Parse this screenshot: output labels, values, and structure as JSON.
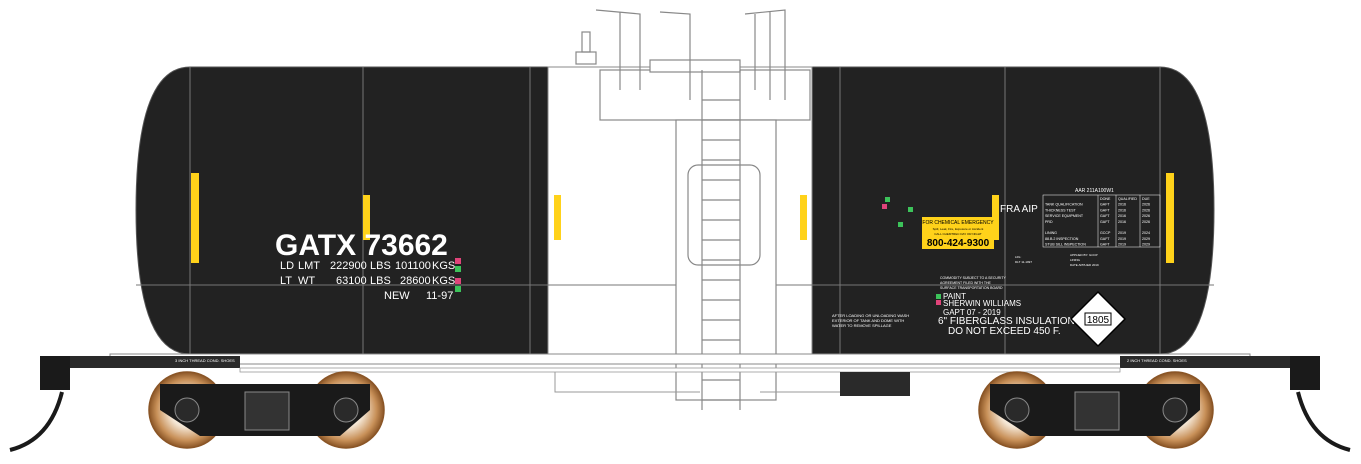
{
  "reporting_mark": "GATX 73662",
  "capacity": {
    "ld_row": [
      "LD",
      "LMT",
      "222900",
      "LBS",
      "101100",
      "KGS"
    ],
    "lt_row": [
      "LT",
      "WT",
      "63100",
      "LBS",
      "28600",
      "KGS"
    ],
    "new_row": [
      "NEW",
      "11-97"
    ]
  },
  "emergency": {
    "title": "FOR CHEMICAL EMERGENCY",
    "sub1": "Spill, Leak, Fire, Exposure or Accident",
    "sub2": "CALL CHEMTREC DAY OR NIGHT",
    "phone": "800-424-9300"
  },
  "fra": "FRA AIP",
  "aar_spec": "AAR 211A100W1",
  "qual_table": {
    "header": [
      "",
      "DONE",
      "QUALIFIED",
      "DUE"
    ],
    "rows": [
      [
        "TANK QUALIFICATION",
        "GAFT",
        "2016",
        "2026"
      ],
      [
        "THICKNESS TEST",
        "GAFT",
        "2016",
        "2026"
      ],
      [
        "SERVICE EQUIPMENT",
        "GAFT",
        "2016",
        "2026"
      ],
      [
        "PRD",
        "GAFT",
        "2016",
        "2026"
      ],
      [
        "",
        "",
        "",
        ""
      ],
      [
        "LINING",
        "GCCP",
        "2019",
        "2024"
      ],
      [
        "88.B.2 INSPECTION",
        "GAFT",
        "2019",
        "2029"
      ],
      [
        "STUB SILL INSPECTION",
        "GAFT",
        "2019",
        "2029"
      ]
    ]
  },
  "applied": [
    "APPLIED BY: GCCP",
    "LINING",
    "DATE APPLIED 2019"
  ],
  "small_left_note": [
    "LRL:",
    "DLT 11-1997"
  ],
  "paint": {
    "notes": [
      "COMMODITY SUBJECT TO A SECURITY",
      "AGREEMENT FILED WITH THE",
      "SURFACE TRANSPORTATION BOARD"
    ],
    "paint": "PAINT",
    "maker": "SHERWIN WILLIAMS",
    "gapt": "GAPT 07 - 2019",
    "insulation": "6\" FIBERGLASS INSULATION",
    "temp": "DO NOT EXCEED 450 F."
  },
  "washing": [
    "AFTER LOADING OR UNLOADING WASH",
    "EXTERIOR OF TANK AND DOME WITH",
    "WATER TO REMOVE SPILLAGE"
  ],
  "placard": "1805",
  "shoe_left": "3 INCH THREAD COND. SHOES",
  "shoe_right": "2 INCH      THREAD COND. SHOES",
  "colors": {
    "tank": "#222222",
    "band": "#ffffff",
    "stripe": "#ffd21a",
    "wheel": "#b8793a",
    "frame": "#1a1a1a",
    "outline": "#666666",
    "emergency": "#ffd21a"
  }
}
